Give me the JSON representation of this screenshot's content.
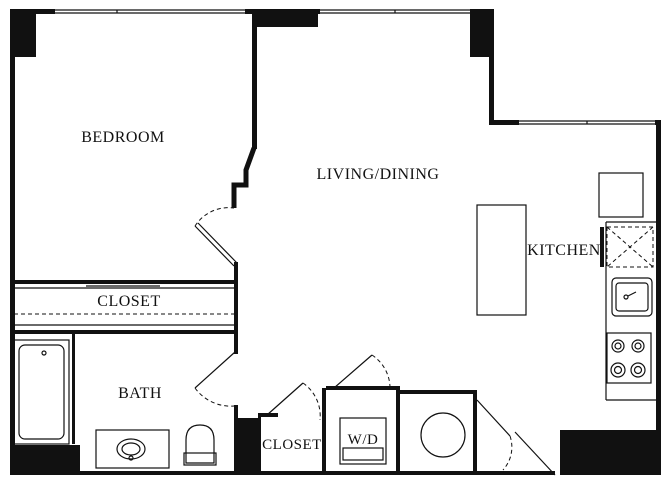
{
  "rooms": {
    "bedroom": "BEDROOM",
    "living_dining": "LIVING/DINING",
    "kitchen": "KITCHEN",
    "closet_bedroom": "CLOSET",
    "bath": "BATH",
    "closet_hall": "CLOSET",
    "washer_dryer": "W/D"
  },
  "icons": {
    "bathtub": "bathtub-icon",
    "sink": "sink-icon",
    "toilet": "toilet-icon",
    "stove": "stove-icon",
    "kitchen_sink": "kitchen-sink-icon",
    "refrigerator": "refrigerator-icon",
    "dishwasher": "dishwasher-icon",
    "water_heater": "water-heater-icon",
    "island": "kitchen-island-icon"
  }
}
